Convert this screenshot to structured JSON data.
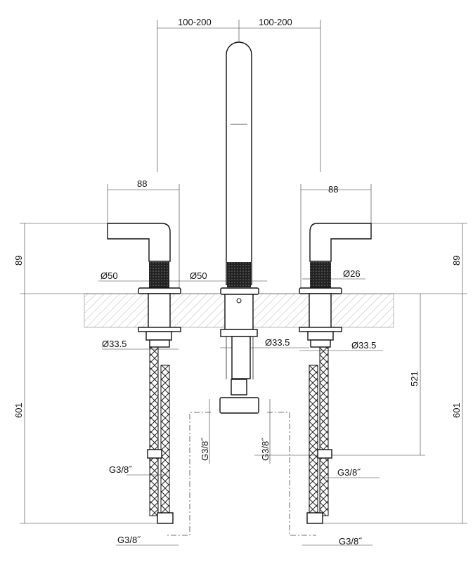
{
  "drawing": {
    "spread_left": "100-200",
    "spread_right": "100-200",
    "handle_width_left": "88",
    "handle_width_right": "88",
    "handle_height_left": "89",
    "handle_height_right": "89",
    "total_below_left": "601",
    "total_below_right": "601",
    "spout_below": "521",
    "dia_left_handle": "Ø50",
    "dia_spout": "Ø50",
    "dia_right_handle": "Ø26",
    "dia_left_shank": "Ø33.5",
    "dia_spout_shank": "Ø33.5",
    "dia_right_shank": "Ø33.5",
    "thread_left_mid": "G3/8˝",
    "thread_right_mid": "G3/8˝",
    "thread_left_bottom": "G3/8˝",
    "thread_right_bottom": "G3/8˝",
    "thread_tee_left": "G3/8˝",
    "thread_tee_right": "G3/8˝"
  }
}
